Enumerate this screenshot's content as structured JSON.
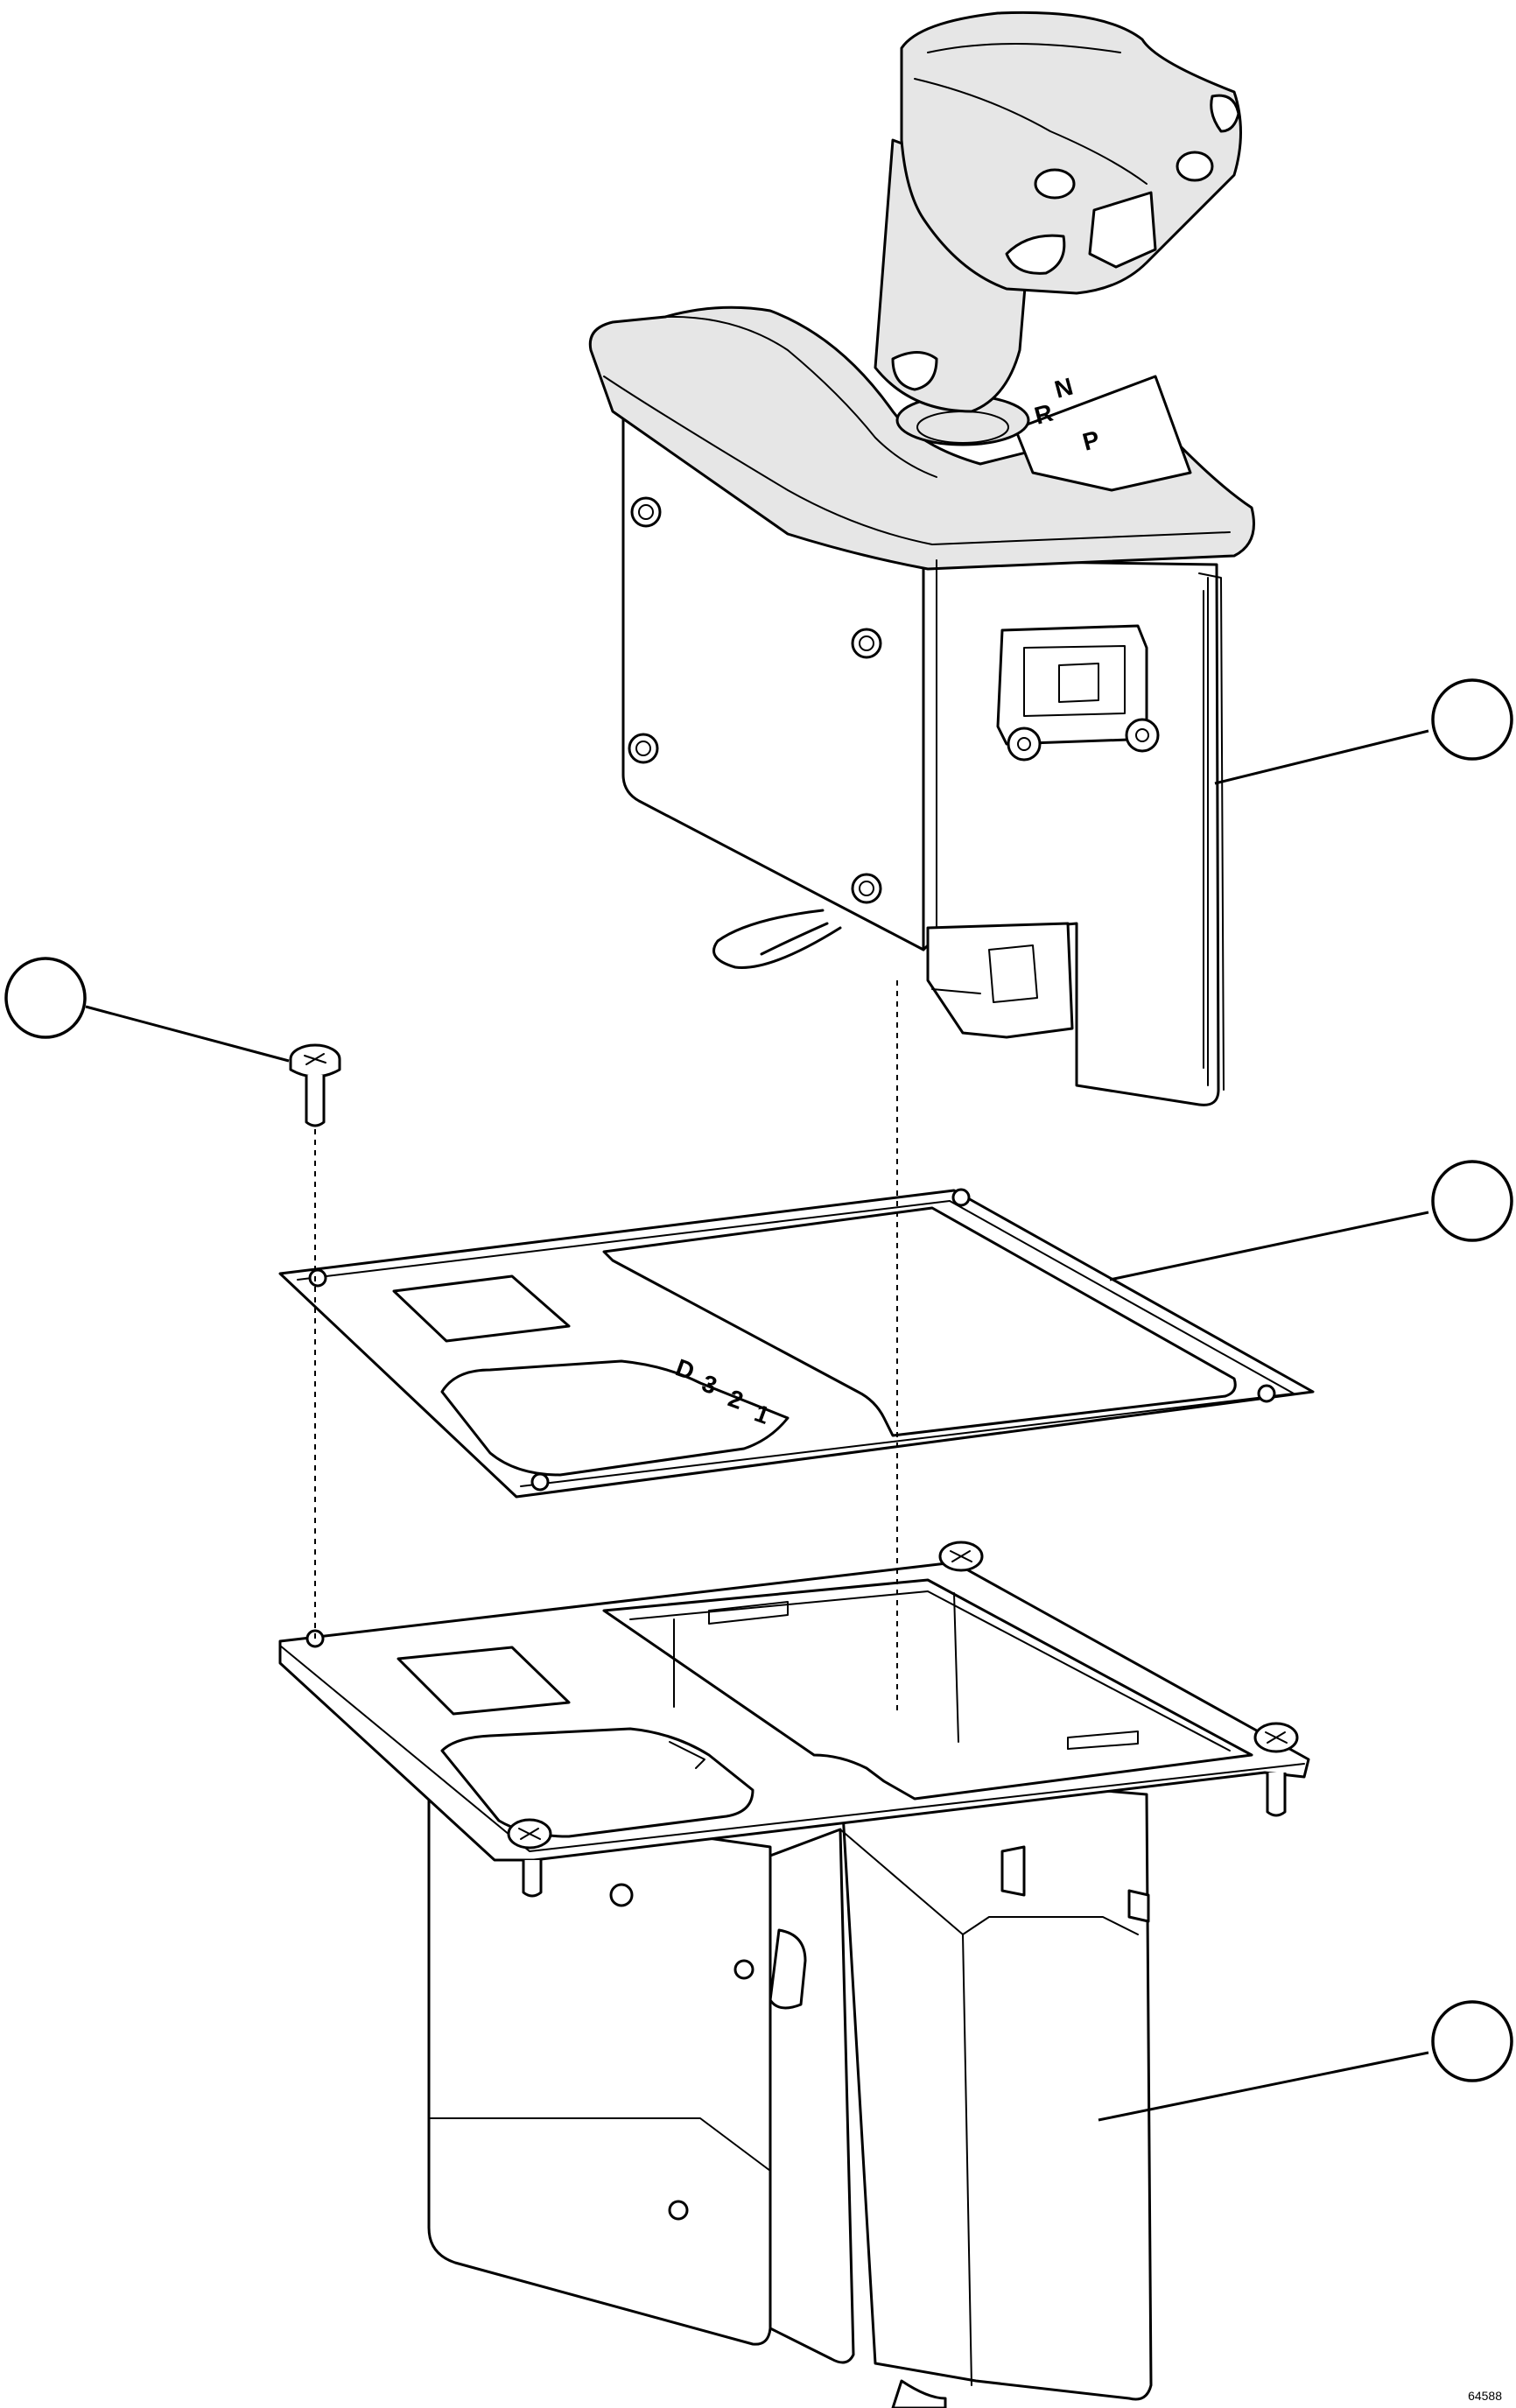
{
  "figure": {
    "id": "64588",
    "gate_labels_on_shifter": [
      "P",
      "R",
      "N"
    ],
    "gate_labels_on_plate": [
      "D",
      "3",
      "2",
      "1"
    ]
  },
  "callouts": [
    {
      "part": "shift-lever-assembly",
      "number": ""
    },
    {
      "part": "screw",
      "number": ""
    },
    {
      "part": "gasket",
      "number": ""
    },
    {
      "part": "mounting-bracket",
      "number": ""
    }
  ]
}
